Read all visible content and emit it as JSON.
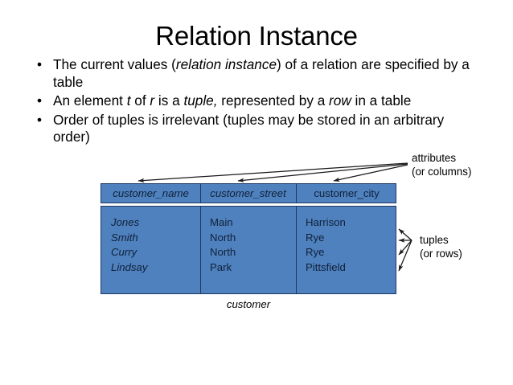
{
  "slide": {
    "title": "Relation Instance",
    "bullets": [
      {
        "parts": [
          {
            "t": "The current values (",
            "i": false
          },
          {
            "t": "relation instance",
            "i": true
          },
          {
            "t": ") of a relation are specified by a table",
            "i": false
          }
        ]
      },
      {
        "parts": [
          {
            "t": "An element ",
            "i": false
          },
          {
            "t": "t",
            "i": true
          },
          {
            "t": " of ",
            "i": false
          },
          {
            "t": "r",
            "i": true
          },
          {
            "t": " is a ",
            "i": false
          },
          {
            "t": "tuple,",
            "i": true
          },
          {
            "t": " represented by a ",
            "i": false
          },
          {
            "t": "row",
            "i": true
          },
          {
            "t": " in a table",
            "i": false
          }
        ]
      },
      {
        "parts": [
          {
            "t": "Order of tuples is irrelevant (tuples may be stored in an arbitrary order)",
            "i": false
          }
        ]
      }
    ],
    "bullet_marker": "•"
  },
  "table": {
    "caption": "customer",
    "columns": [
      {
        "label": "customer_name",
        "italic": true
      },
      {
        "label": "customer_street",
        "italic": true
      },
      {
        "label": "customer_city",
        "italic": false
      }
    ],
    "rows": [
      {
        "customer_name": "Jones",
        "customer_street": "Main",
        "customer_city": "Harrison"
      },
      {
        "customer_name": "Smith",
        "customer_street": "North",
        "customer_city": "Rye"
      },
      {
        "customer_name": "Curry",
        "customer_street": "North",
        "customer_city": "Rye"
      },
      {
        "customer_name": "Lindsay",
        "customer_street": "Park",
        "customer_city": "Pittsfield"
      }
    ],
    "fill_color": "#4E81BD",
    "border_color": "#1F3864",
    "text_color": "#11203A"
  },
  "annotations": {
    "attributes": {
      "line1": "attributes",
      "line2": "(or columns)"
    },
    "tuples": {
      "line1": "tuples",
      "line2": "(or rows)"
    }
  }
}
